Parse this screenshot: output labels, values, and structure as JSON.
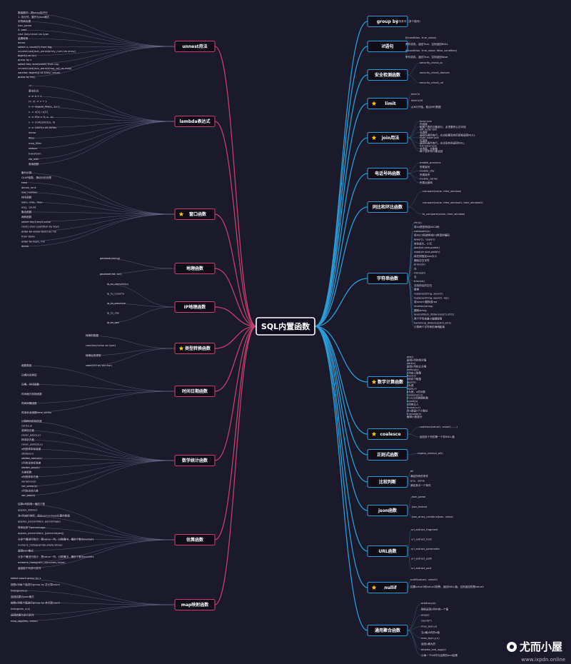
{
  "center": "SQL内置函数",
  "colors": {
    "background": "#1b1a2a",
    "left_branch": "#c63f6d",
    "right_branch": "#2d9bd6",
    "text": "#d9d6e6"
  },
  "left": [
    {
      "title": "unnest用法",
      "star": false,
      "kids": [
        "数组展开：把array拆开行",
        "1. 拆分列，展开为json格式",
        "字符串处理",
        "json_parse",
        "2. cast",
        "cast (key/value) as type",
        "结果转换",
        "demo",
        "select u, count(*) from log,",
        "unnest(cast(json_parse(array_num) as array(",
        "bigint)) as t(u)",
        "group by u",
        "select key, sum(value) from log,",
        "unnest(cast(json_parse(map_val) as map(",
        "varchar, bigint))) as t(key, value)",
        "group by key;"
      ]
    },
    {
      "title": "lambda表达式",
      "star": false,
      "kids": [
        "->",
        "基本形式",
        "x -> x + 1",
        "(x, y) -> x + y",
        "x -> regexp_like(x, 'a+')",
        "x -> x[1] / x[2]",
        "x -> IF(x > 0, x, -x)",
        "x -> COALESCE(x, 0)",
        "x -> CAST(x AS JSON)",
        "demo",
        "filter",
        "map_filter",
        "reduce",
        "transform",
        "zip_with",
        "常用函数"
      ]
    },
    {
      "title": "窗口函数",
      "star": true,
      "kids": [
        "聚行计算",
        "OLAP函数、滑动分析处理",
        "rank",
        "dense_rank",
        "row_number",
        "排名函数",
        "sum、min、max",
        "avg、count",
        "聚合函数",
        "两种函数",
        "select key1,key2,value",
        "rank() over (partition by key1",
        "order by value desc) as rnk",
        "from tblAn",
        "order by key1, rnk",
        "demo"
      ]
    },
    {
      "title": "地理函数",
      "star": false,
      "kids": [
        "geohash(string)",
        "geohash(lat, lon)"
      ]
    },
    {
      "title": "IP地理函数",
      "star": false,
      "kids": [
        "ip_to_domain(ip)",
        "ip_to_country",
        "ip_to_province",
        "ip_to_city",
        "ip_to_geo"
      ]
    },
    {
      "title": "类型转换函数",
      "star": true,
      "kids": [
        "转换的数据",
        "cast(key/value as type)",
        "转换后的类型",
        "cast(123 as varchar)"
      ]
    },
    {
      "title": "时间日期函数",
      "star": false,
      "kids": [
        "函数类型",
        "日期时间类型",
        "日期、时间函数",
        "时间格式转换函数",
        "时间间隔函数",
        "时序补全函数time_series"
      ]
    },
    {
      "title": "数学统计函数",
      "star": false,
      "kids": [
        "计算两列的相关度",
        "corr(x,y)",
        "总体协方差",
        "covar_pop(x,y)",
        "样本协方差",
        "covar_samp(x,y)",
        "x列的样本标准差",
        "stddev(x)",
        "stddev_samp(x)",
        "x列的总体标准差",
        "stddev_pop(x)",
        "方差函数",
        "x列的样本方差",
        "variance(x)",
        "var_samp(x)",
        "x列的总体方差",
        "var_pop(x)"
      ]
    },
    {
      "title": "估算函数",
      "star": false,
      "kids": [
        "估算x列的唯一值的个数",
        "approx_distinct",
        "对x列进行排序，找出percentage位置的数值",
        "approx_percentile(x, percentage)",
        "排序后多个percentage",
        "approx_percentile(x, [percentages])",
        "分多个桶进行统计：把value一列，分数桶中，桶的个数为buckets",
        "numeric_histogram(buckets,Value)",
        "返回json格式",
        "分多个桶进行统计：把value一列，分数桶中，桶的个数为buckets",
        "numeric_histogram_u(buckets,Value)",
        "返回若干列多行多列"
      ]
    },
    {
      "title": "map映射函数",
      "star": false,
      "kids": [
        "select count group by x",
        "按照x列每个值进行group by 并计算count",
        "histogram(x)",
        "返回结果为json格式",
        "按照x列每个值进行group by 并计算count",
        "histogram_u(x)",
        "返回结果为多行多列",
        "map_agg(key, value)"
      ]
    }
  ],
  "right": [
    {
      "title": "group by",
      "star": false,
      "kids": [
        "支持多列（多个值列）"
      ]
    },
    {
      "title": "if语句",
      "star": false,
      "kids": [
        "if(condition, true_value)",
        "条件成真，返回True，否则返回NULL",
        "if(condition, true_value, false_condition)",
        "条件成真，返回True，否则返回false"
      ]
    },
    {
      "title": "安全检测函数",
      "star": false,
      "kids": [
        "security_check_ip",
        "security_check_domain",
        "security_check_url"
      ]
    },
    {
      "title": "limit",
      "star": true,
      "kids": [
        "limit N",
        "limit N,M",
        "从N行开始，取出M行数据"
      ]
    },
    {
      "title": "join用法",
      "star": true,
      "kids": [
        "inner join",
        "内连接",
        "取两个表的交集部分，必须要有公共字段",
        "left outer join",
        "左连接",
        "返回左表所有行，右边如果没有匹配就返回NULL",
        "right outer join",
        "右连接",
        "返回右表所有行，左边没有则返回NULL",
        "full outer join",
        "全连接、交集集",
        "两个表所有行都返回"
      ]
    },
    {
      "title": "电话号码函数",
      "star": false,
      "kids": [
        "mobile_province",
        "所属省份",
        "mobile_city",
        "所属城市",
        "mobile_carrier",
        "所属运营商"
      ]
    },
    {
      "title": "同比和环比函数",
      "star": false,
      "kids": [
        "compare(value, time_window)",
        "compare(value, time_window1, time_window2)",
        "ts_compare(value, time_window)"
      ]
    },
    {
      "title": "字符串函数",
      "star": false,
      "kids": [
        "chr(x)",
        "将int类型转成ASCII码",
        "codepoint(x)",
        "将ASCII码转换成int类型的编码",
        "lower()、upper()",
        "转化成大、小写",
        "lpad(str,size,padstr)",
        "rpad(str,size,padstr)",
        "填充到指定size大小",
        "删除空白字符",
        "ltrim(str)",
        "左",
        "rtrim(str)",
        "右",
        "trim(str)",
        "去除前后的空白",
        "替换",
        "replace(string, search)",
        "replace(string, search, rep)",
        "将search替换成rep",
        "reverse(string)",
        "翻转string",
        "levenshtein_distance(str1,str2)",
        "两个字符串最小编辑距离",
        "hamming_distance(str1,str2)",
        "计算两个字符串的海明距离"
      ]
    },
    {
      "title": "数学计算函数",
      "star": true,
      "kids": [
        "abs()",
        "返回x列的绝对值",
        "cbrt(x)",
        "返回x列的立方根",
        "ceiling(x)",
        "x列向上取整",
        "floor(x)",
        "x列向下取整",
        "log2(x)",
        "2为底",
        "log(b,x)",
        "b为底，x的对数",
        "random(0,n)",
        "[0,n)之间的随机数",
        "round(x)",
        "x四舍五入",
        "round(x,n)",
        "对x保留n个小数位",
        "truncate(x)",
        "截掉小数部分"
      ]
    },
    {
      "title": "coalesce",
      "star": true,
      "kids": [
        "coalesce(value1, value2,......)",
        "返回多个列的第一个非NULL值"
      ]
    },
    {
      "title": "正则式函数",
      "star": false,
      "kids": [
        "regexp_extract_all()"
      ]
    },
    {
      "title": "比较判断",
      "star": false,
      "kids": [
        "all",
        "满足所有的条件",
        "any、some",
        "满足其中一个条件"
      ]
    },
    {
      "title": "json函数",
      "star": false,
      "kids": [
        "json_parse",
        "json_format",
        "json_array_contains(json, value)"
      ]
    },
    {
      "title": "URL函数",
      "star": false,
      "kids": [
        "url_extract_fragment",
        "url_extract_host",
        "url_extract_parameter",
        "url_extract_path",
        "url_extract_port"
      ]
    },
    {
      "title": "nullif",
      "star": true,
      "kids": [
        "nullif(value1, value2)",
        "如果value1和value2相等，返回NULL值；否则返回的是value1"
      ]
    },
    {
      "title": "通用聚合函数",
      "star": false,
      "kids": [
        "arbitrary(x)",
        "随机返回x列中的一个值",
        "avg(x)",
        "count(*)",
        "max_by(x,y)",
        "当y最大时的x值",
        "max_by(x,y,n)",
        "返回y最大的",
        "bitwise_and_agg(x)",
        "以每一个bit作与运算的and结果"
      ]
    }
  ],
  "watermark": {
    "name": "尤而小屋",
    "sub": "www.ixpdn.online"
  }
}
